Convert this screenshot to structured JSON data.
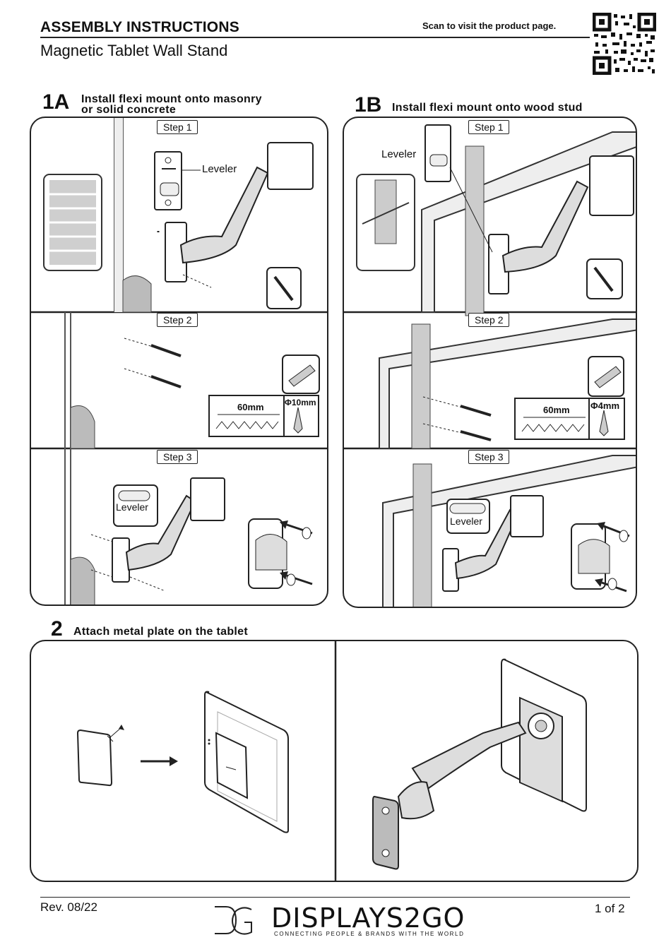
{
  "header": {
    "title": "ASSEMBLY INSTRUCTIONS",
    "subtitle": "Magnetic Tablet Wall Stand",
    "scan_text": "Scan to visit the product page."
  },
  "section_1a": {
    "number": "1A",
    "title_line1": "Install flexi mount onto masonry",
    "title_line2": "or solid concrete",
    "step1": "Step 1",
    "step2": "Step 2",
    "step3": "Step 3",
    "leveler1": "Leveler",
    "leveler3": "Leveler",
    "depth": "60mm",
    "drill_size": "Φ10mm"
  },
  "section_1b": {
    "number": "1B",
    "title": "Install flexi mount onto wood stud",
    "step1": "Step 1",
    "step2": "Step 2",
    "step3": "Step 3",
    "leveler1": "Leveler",
    "leveler3": "Leveler",
    "depth": "60mm",
    "drill_size": "Φ4mm"
  },
  "section_2": {
    "number": "2",
    "title": "Attach metal plate on the tablet"
  },
  "footer": {
    "revision": "Rev. 08/22",
    "page": "1 of 2",
    "brand": "DISPLAYS2GO",
    "tagline": "CONNECTING PEOPLE & BRANDS WITH THE WORLD"
  }
}
